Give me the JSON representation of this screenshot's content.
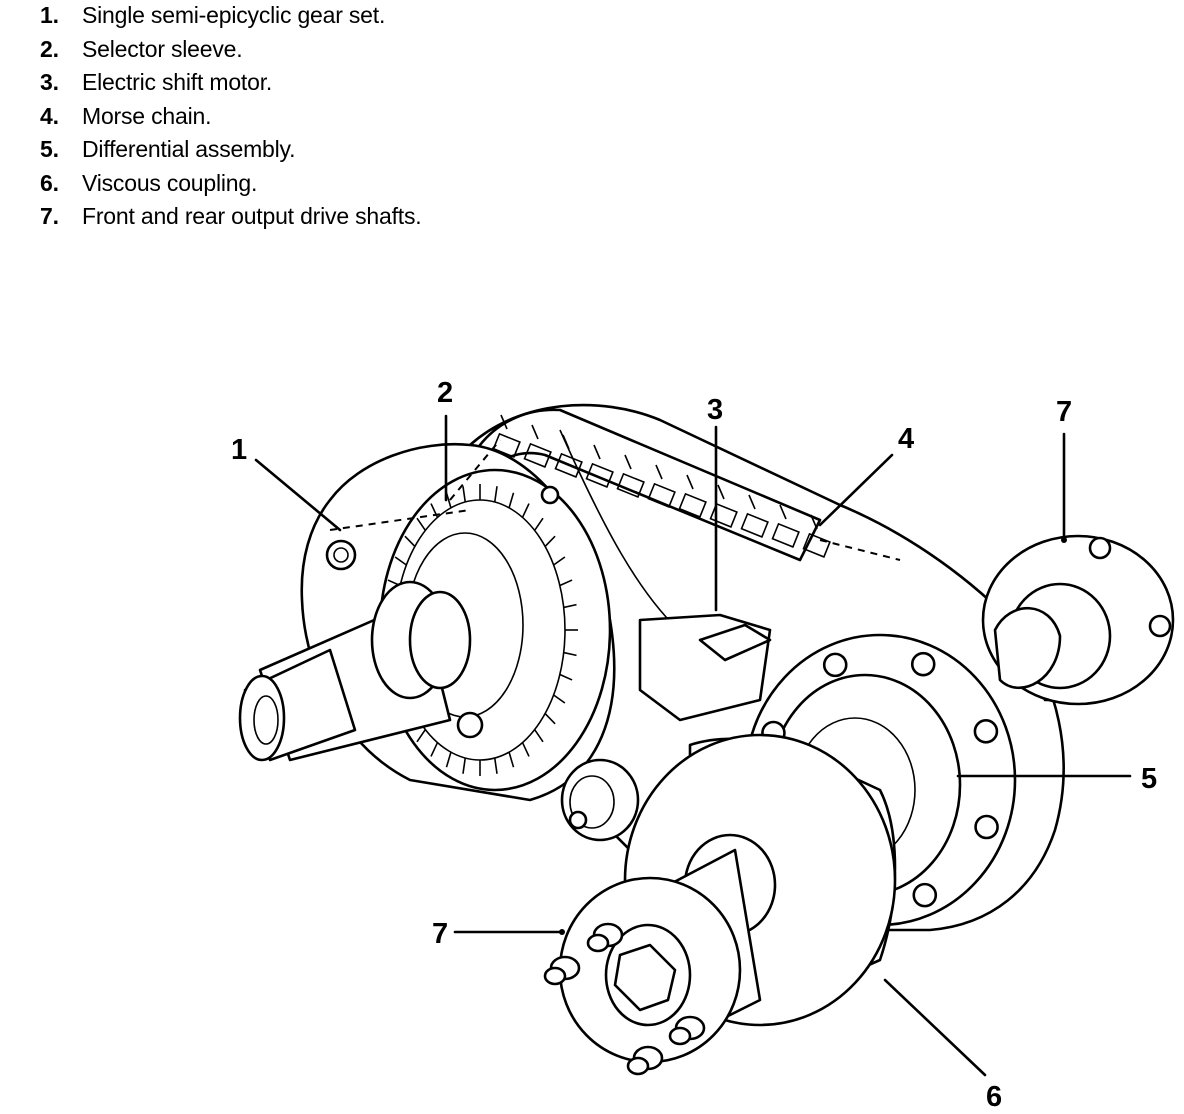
{
  "legend": [
    {
      "num": "1.",
      "text": "Single semi-epicyclic gear set."
    },
    {
      "num": "2.",
      "text": "Selector sleeve."
    },
    {
      "num": "3.",
      "text": "Electric shift motor."
    },
    {
      "num": "4.",
      "text": "Morse chain."
    },
    {
      "num": "5.",
      "text": "Differential assembly."
    },
    {
      "num": "6.",
      "text": "Viscous coupling."
    },
    {
      "num": "7.",
      "text": "Front and rear output drive shafts."
    }
  ],
  "callouts": {
    "c1": "1",
    "c2": "2",
    "c3": "3",
    "c4": "4",
    "c5": "5",
    "c6": "6",
    "c7_rear": "7",
    "c7_front": "7"
  }
}
